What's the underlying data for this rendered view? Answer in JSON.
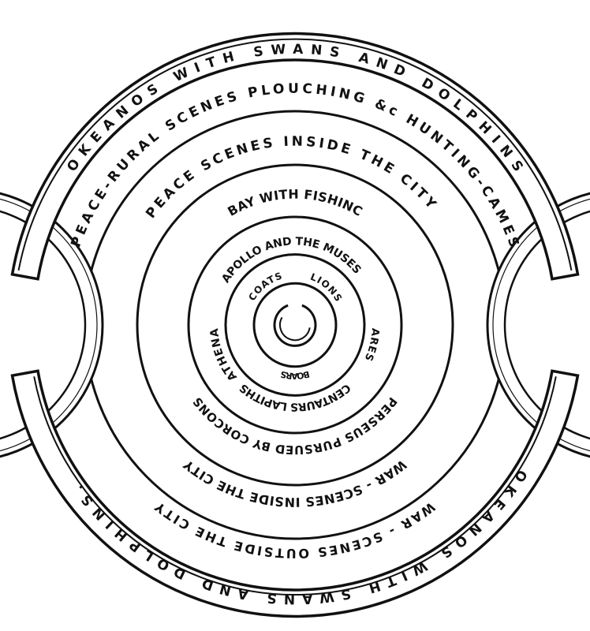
{
  "title": "Shield diagram",
  "bands": {
    "okeanos_top": "OKEANOS   WITH   SWANS   AND   DOLPHINS",
    "peace_rural": "PEACE-RURAL SCENES PLOUCHING &c HUNTING-CAMES",
    "peace_city": "PEACE SCENES INSIDE THE CITY",
    "bay": "BAY WITH FISHINC",
    "apollo": "APOLLO AND THE MUSES",
    "goats": "COATS",
    "lions": "LIONS",
    "ares": "ARES",
    "boars": "BOARS",
    "centaurs": "CENTAURS LAPITHS",
    "athena": "ATHENA",
    "perseus": "PERSEUS PURSUED BY CORCONS",
    "war_inside": "WAR - SCENES   INSIDE   THE   CITY",
    "war_outside": "WAR - SCENES   OUTSIDE   THE   CITY",
    "okeanos_bottom": "OKEANOS   WITH   SWANS   AND   DOLPHINS."
  },
  "colors": {
    "ink": "#111111",
    "paper": "#ffffff"
  }
}
